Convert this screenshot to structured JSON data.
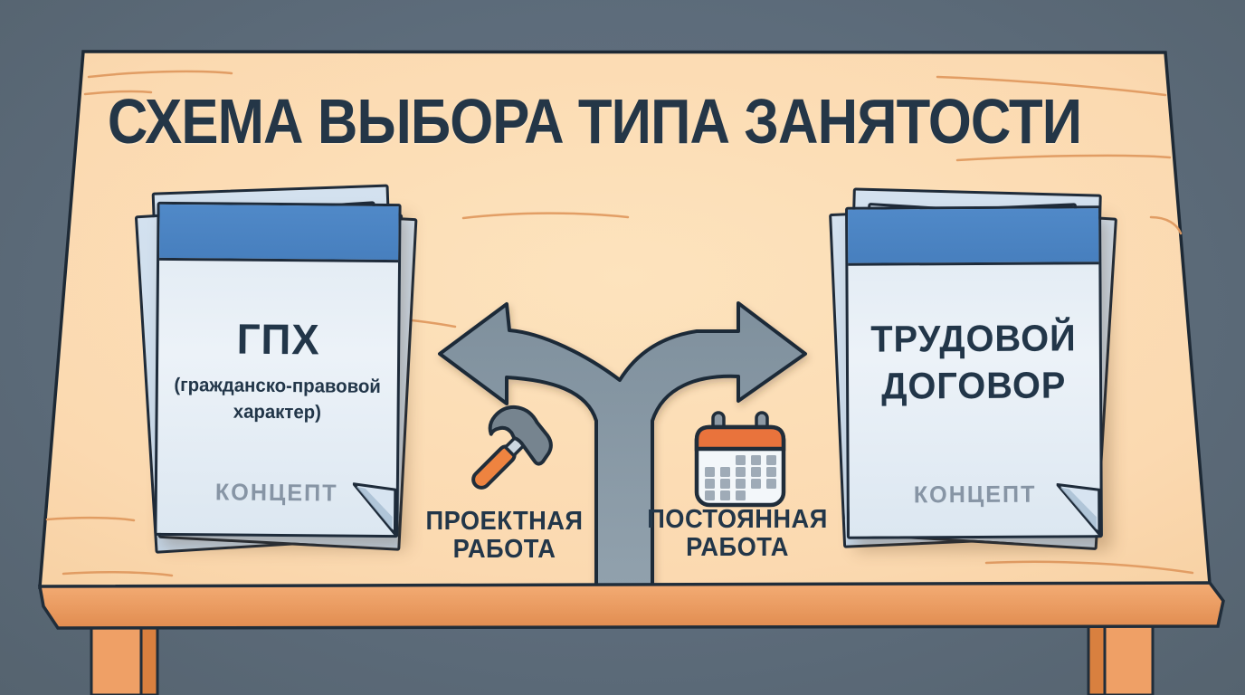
{
  "title": "СХЕМА ВЫБОРА ТИПА ЗАНЯТОСТИ",
  "documents": {
    "left": {
      "title": "ГПХ",
      "subtitle_line1": "(гражданско-правовой",
      "subtitle_line2": "характер)",
      "watermark": "КОНЦЕПТ"
    },
    "right": {
      "title_line1": "ТРУДОВОЙ",
      "title_line2": "ДОГОВОР",
      "watermark": "КОНЦЕПТ"
    }
  },
  "branches": {
    "left": {
      "line1": "ПРОЕКТНАЯ",
      "line2": "РАБОТА",
      "icon": "hammer-icon"
    },
    "right": {
      "line1": "ПОСТОЯННАЯ",
      "line2": "РАБОТА",
      "icon": "calendar-icon"
    }
  },
  "colors": {
    "background": "#5f6e7d",
    "board": "#fbdbb3",
    "board_edge": "#ec9b61",
    "legs": "#efa066",
    "arrow": "#8494a1",
    "outline": "#1e2b38",
    "document_header": "#4e88c6",
    "document_body": "#e6eef6",
    "accent_orange": "#e9733c",
    "text_dark": "#223649",
    "watermark_gray": "#8795a5"
  }
}
